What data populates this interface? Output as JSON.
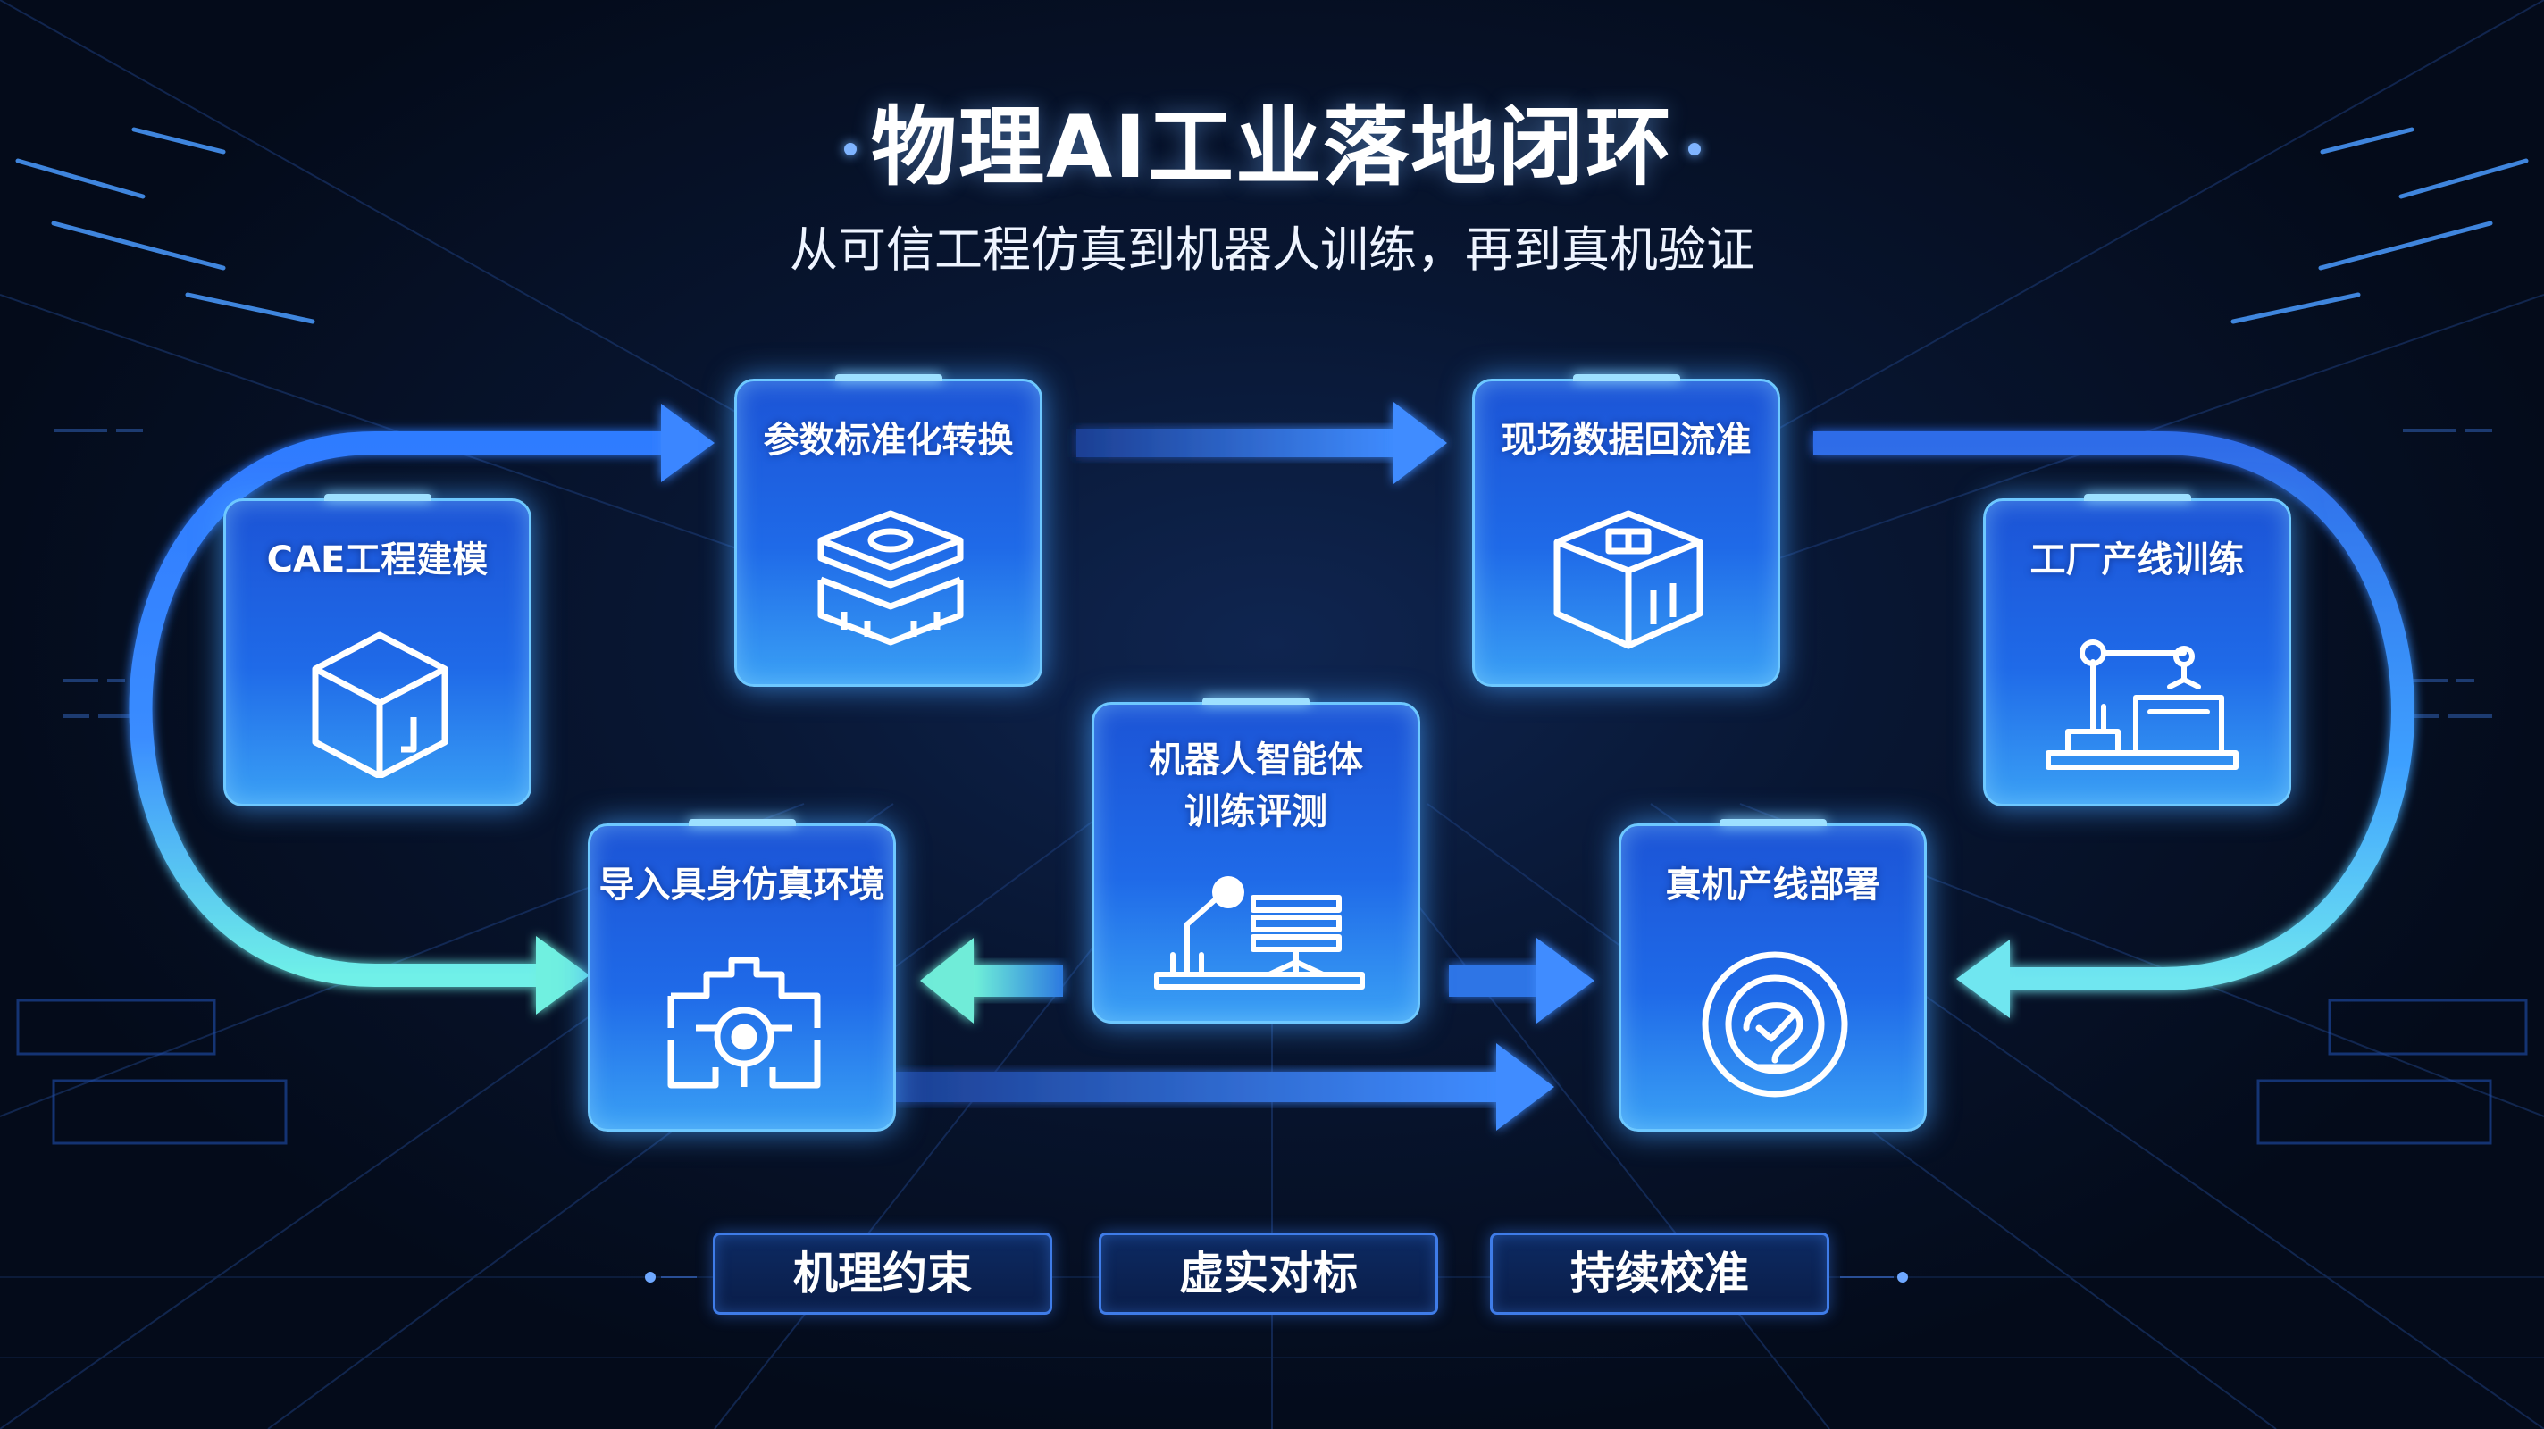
{
  "header": {
    "title": "物理AI工业落地闭环",
    "subtitle": "从可信工程仿真到机器人训练，再到真机验证"
  },
  "nodes": {
    "cae": {
      "label": "CAE工程建模",
      "icon": "cube-icon"
    },
    "param": {
      "label": "参数标准化转换",
      "icon": "stack-layers-icon"
    },
    "field": {
      "label": "现场数据回流准",
      "icon": "data-box-icon"
    },
    "factory": {
      "label": "工厂产线训练",
      "icon": "robot-arm-icon"
    },
    "import": {
      "label": "导入具身仿真环境",
      "icon": "gear-frame-icon"
    },
    "agent": {
      "label_line1": "机器人智能体",
      "label_line2": "训练评测",
      "icon": "robot-workbench-icon"
    },
    "deploy": {
      "label": "真机产线部署",
      "icon": "circular-badge-icon"
    }
  },
  "footer": {
    "tags": [
      "机理约束",
      "虚实对标",
      "持续校准"
    ]
  },
  "colors": {
    "background": "#050c1c",
    "card_top": "#1c54d6",
    "card_bottom": "#3aa0f5",
    "card_border": "#6ec8ff",
    "arrow_blue": "#2f7bff",
    "arrow_cyan": "#6ff0e8",
    "pill_border": "#3f7ce8"
  }
}
